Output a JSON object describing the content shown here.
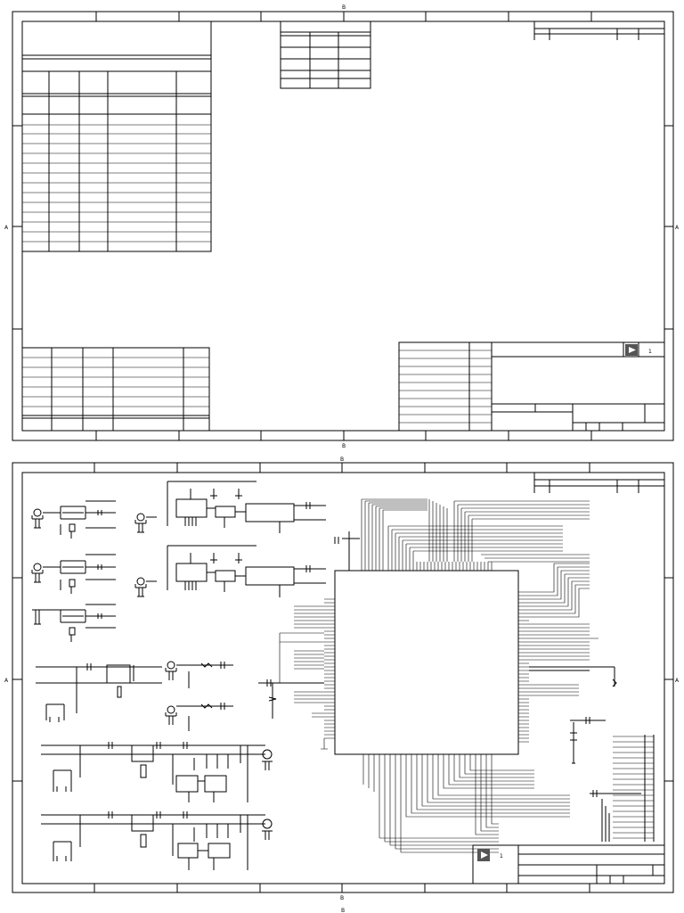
{
  "sheets": [
    {
      "zone_marks": {
        "top": "B",
        "bottom": "B",
        "left": "A",
        "right": "A"
      }
    },
    {
      "zone_marks": {
        "top": "B",
        "bottom": "B",
        "left": "A",
        "right": "A"
      }
    }
  ],
  "logo": {
    "icon": "play-triangle-logo-icon"
  },
  "title_block": {
    "sheet_no": "1"
  },
  "page_footer_mark": "B",
  "colors": {
    "ink": "#000000",
    "paper": "#ffffff",
    "logo_bg": "#555555"
  }
}
